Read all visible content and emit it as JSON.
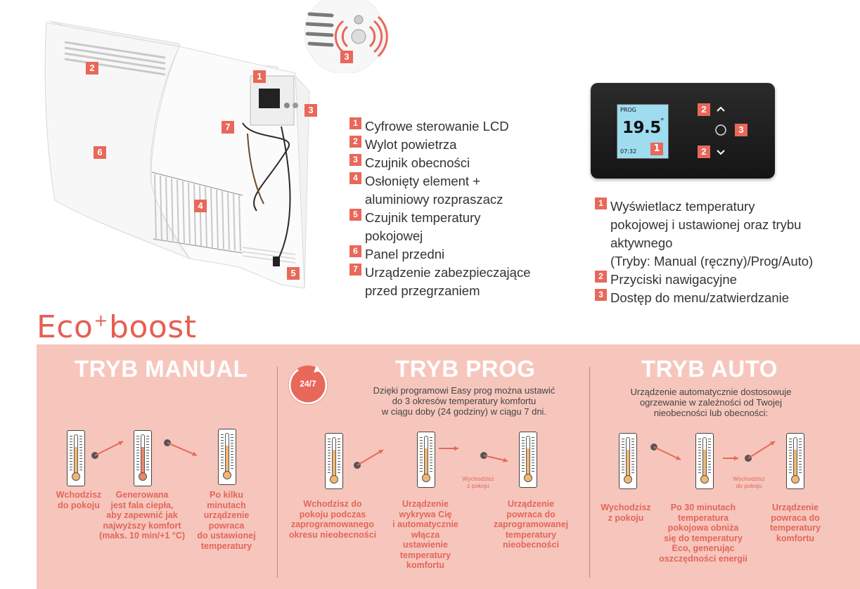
{
  "heater_badges": [
    "1",
    "2",
    "3",
    "4",
    "5",
    "6",
    "7"
  ],
  "legend_left": [
    {
      "num": "1",
      "text": "Cyfrowe sterowanie LCD"
    },
    {
      "num": "2",
      "text": "Wylot powietrza"
    },
    {
      "num": "3",
      "text": "Czujnik obecności"
    },
    {
      "num": "4",
      "text": "Osłonięty element +",
      "text2": "aluminiowy rozpraszacz"
    },
    {
      "num": "5",
      "text": "Czujnik temperatury",
      "text2": "pokojowej"
    },
    {
      "num": "6",
      "text": "Panel przedni"
    },
    {
      "num": "7",
      "text": "Urządzenie zabezpieczające",
      "text2": "przed przegrzaniem"
    }
  ],
  "lcd": {
    "mode": "PROG",
    "temperature": "19.5",
    "degree": "°",
    "time": "07:32",
    "badge_display": "1",
    "badge_up": "2",
    "badge_ok": "3",
    "badge_down": "2",
    "up_icon": "chevron-up",
    "ok_icon": "circle-button",
    "down_icon": "chevron-down"
  },
  "legend_right": [
    {
      "num": "1",
      "text": "Wyświetlacz temperatury",
      "text2": "pokojowej i ustawionej oraz trybu",
      "text3": "aktywnego",
      "text4": "(Tryby: Manual (ręczny)/Prog/Auto)"
    },
    {
      "num": "2",
      "text": "Przyciski nawigacyjne"
    },
    {
      "num": "3",
      "text": "Dostęp do menu/zatwierdzanie"
    }
  ],
  "brand": {
    "part1": "Eco",
    "sup": "+",
    "part2": "boost"
  },
  "colors": {
    "accent": "#e8685a",
    "panel": "#f6c6bc",
    "title": "#ffffff"
  },
  "modes": {
    "manual": {
      "title": "TRYB MANUAL",
      "steps": [
        {
          "label": [
            "Wchodzisz",
            "do pokoju"
          ]
        },
        {
          "label": [
            "Generowana",
            "jest fala ciepła,",
            "aby zapewnić jak",
            "najwyższy komfort",
            "(maks. 10 min/+1 °C)"
          ]
        },
        {
          "label": [
            "Po kilku",
            "minutach",
            "urządzenie",
            "powraca",
            "do ustawionej",
            "temperatury"
          ]
        }
      ]
    },
    "prog": {
      "title": "TRYB PROG",
      "icon_text": "24/7",
      "desc": [
        "Dzięki programowi Easy prog można ustawić",
        "do 3 okresów temperatury komfortu",
        "w ciągu doby (24 godziny) w ciągu 7 dni."
      ],
      "small": [
        "Wychodzisz",
        "z pokoju"
      ],
      "steps": [
        {
          "label": [
            "Wchodzisz do",
            "pokoju podczas",
            "zaprogramowanego",
            "okresu nieobecności"
          ]
        },
        {
          "label": [
            "Urządzenie",
            "wykrywa Cię",
            "i automatycznie",
            "włącza",
            "ustawienie",
            "temperatury",
            "komfortu"
          ]
        },
        {
          "label": [
            "Urządzenie",
            "powraca do",
            "zaprogramowanej",
            "temperatury",
            "nieobecności"
          ]
        }
      ]
    },
    "auto": {
      "title": "TRYB AUTO",
      "desc": [
        "Urządzenie automatycznie dostosowuje",
        "ogrzewanie w zależności od Twojej",
        "nieobecności lub obecności:"
      ],
      "small": [
        "Wychodzisz",
        "do pokoju"
      ],
      "steps": [
        {
          "label": [
            "Wychodzisz",
            "z pokoju"
          ]
        },
        {
          "label": [
            "Po 30 minutach",
            "temperatura",
            "pokojowa obniża",
            "się do temperatury",
            "Eco, generując",
            "oszczędności energii"
          ]
        },
        {
          "label": [
            "Urządzenie",
            "powraca do",
            "temperatury",
            "komfortu"
          ]
        }
      ]
    }
  }
}
